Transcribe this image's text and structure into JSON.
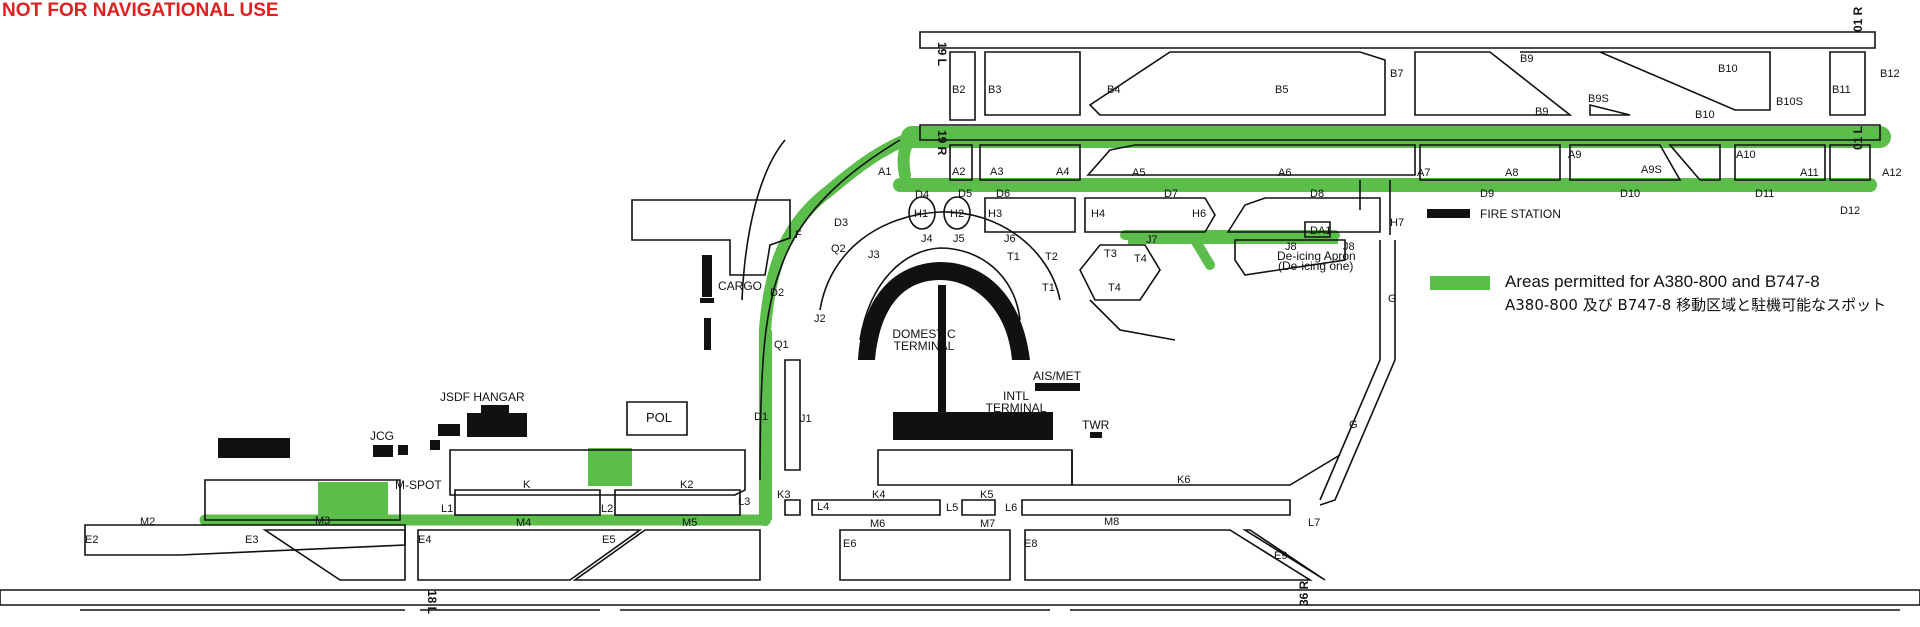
{
  "warning": "NOT FOR NAVIGATIONAL USE",
  "colors": {
    "permitted": "#5bbd4a",
    "line": "#111111",
    "building": "#111111",
    "warning": "#e02020"
  },
  "legend": {
    "en": "Areas permitted for A380-800 and B747-8",
    "jp": "A380-800 及び B747-8 移動区域と駐機可能なスポット"
  },
  "runway_ends": {
    "r19L": "19 L",
    "r19R": "19 R",
    "r01R": "01 R",
    "r01L": "01 L",
    "r18L": "18 L",
    "r36R": "36 R"
  },
  "buildings": {
    "fire_station": "FIRE STATION",
    "cargo": "CARGO",
    "domestic": "DOMESTIC TERMINAL",
    "intl": "INTL TERMINAL",
    "ais": "AIS/MET",
    "twr": "TWR",
    "jsdf": "JSDF HANGAR",
    "jcg": "JCG",
    "pol": "POL",
    "mspot": "M-SPOT",
    "deicing": "De-icing Apron",
    "deicing_sub": "(De-icing one)",
    "da1": "DA1"
  },
  "taxiway_labels": {
    "B2": "B2",
    "B3": "B3",
    "B4": "B4",
    "B5": "B5",
    "B7": "B7",
    "B9": "B9",
    "B9S": "B9S",
    "B9b": "B9",
    "B10": "B10",
    "B10b": "B10",
    "B10S": "B10S",
    "B11": "B11",
    "B12": "B12",
    "A1": "A1",
    "A2": "A2",
    "A3": "A3",
    "A4": "A4",
    "A5": "A5",
    "A6": "A6",
    "A7": "A7",
    "A8": "A8",
    "A9": "A9",
    "A9S": "A9S",
    "A10": "A10",
    "A11": "A11",
    "A12": "A12",
    "D3": "D3",
    "D4": "D4",
    "D5": "D5",
    "D6": "D6",
    "D7": "D7",
    "D8": "D8",
    "D9": "D9",
    "D10": "D10",
    "D11": "D11",
    "D12": "D12",
    "D1": "D1",
    "D2": "D2",
    "H1": "H1",
    "H2": "H2",
    "H3": "H3",
    "H4": "H4",
    "H6": "H6",
    "H7": "H7",
    "J1": "J1",
    "J2": "J2",
    "J3": "J3",
    "J4": "J4",
    "J5": "J5",
    "J6": "J6",
    "J7": "J7",
    "J8": "J8",
    "J8b": "J8",
    "T1": "T1",
    "T1b": "T1",
    "T2": "T2",
    "T3": "T3",
    "T4": "T4",
    "T4b": "T4",
    "F": "F",
    "Q1": "Q1",
    "Q2": "Q2",
    "G": "G",
    "Gb": "G",
    "K": "K",
    "K2": "K2",
    "K3": "K3",
    "K4": "K4",
    "K5": "K5",
    "K6": "K6",
    "L1": "L1",
    "L2": "L2",
    "L3": "L3",
    "L4": "L4",
    "L5": "L5",
    "L6": "L6",
    "L7": "L7",
    "M2": "M2",
    "M3": "M3",
    "M4": "M4",
    "M5": "M5",
    "M6": "M6",
    "M7": "M7",
    "M8": "M8",
    "E2": "E2",
    "E3": "E3",
    "E4": "E4",
    "E5": "E5",
    "E6": "E6",
    "E8": "E8",
    "E9": "E9"
  }
}
